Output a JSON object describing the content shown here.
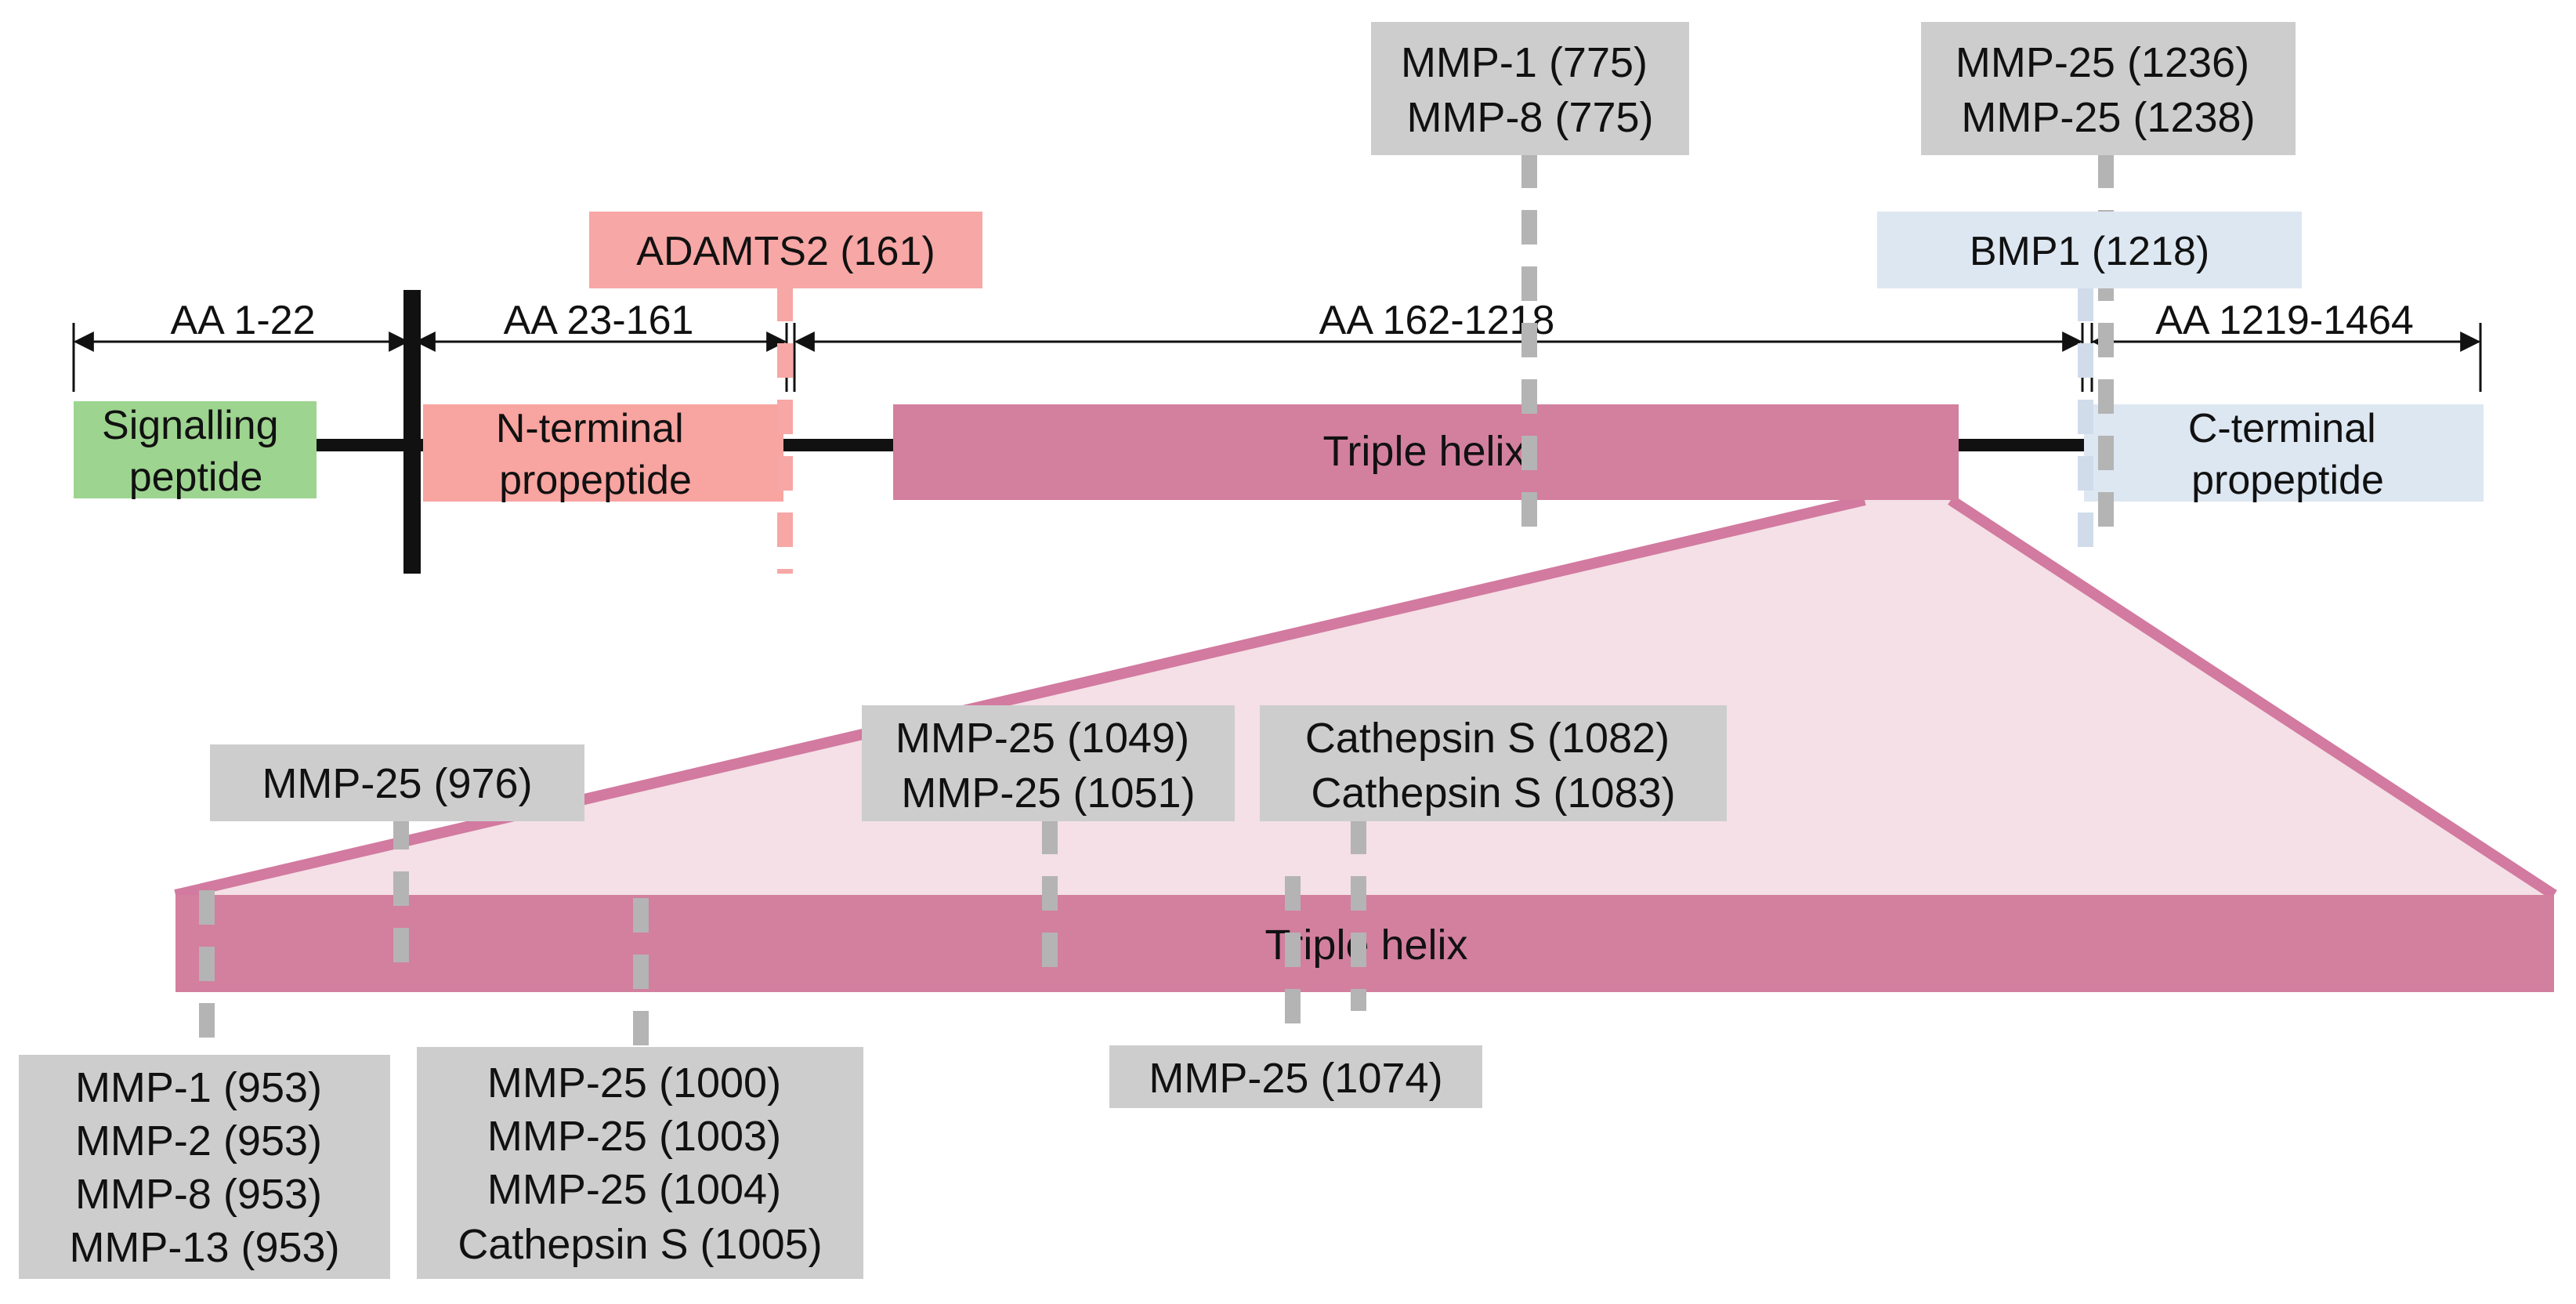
{
  "colors": {
    "signal": "#9dd48f",
    "nterm": "#f8a4a0",
    "triple": "#d37f9e",
    "triple_edge": "#d27aa0",
    "zoom_fill": "#f4e0e6",
    "cterm": "#dde7f2",
    "grey_box": "#cdcdcd",
    "cut_grey": "#b4b4b4",
    "cut_red": "#f7a7a5",
    "cut_blue": "#d0dcea",
    "line": "#111111"
  },
  "ranges": {
    "signal": "AA 1-22",
    "nterm": "AA 23-161",
    "helix": "AA 162-1218",
    "cterm": "AA 1219-1464"
  },
  "domains": {
    "signal": [
      "Signalling",
      "peptide"
    ],
    "nterm": [
      "N-terminal",
      "propeptide"
    ],
    "helix": "Triple helix",
    "cterm": [
      "C-terminal",
      "propeptide"
    ],
    "helix_zoom": "Triple helix"
  },
  "cleavage": {
    "adamts2": [
      "ADAMTS2 (161)"
    ],
    "bmp1": [
      "BMP1 (1218)"
    ],
    "mmp775": [
      "MMP-1 (775)",
      "MMP-8 (775)"
    ],
    "mmp1236": [
      "MMP-25 (1236)",
      "MMP-25 (1238)"
    ],
    "mmp976": [
      "MMP-25 (976)"
    ],
    "mmp1049": [
      "MMP-25 (1049)",
      "MMP-25 (1051)"
    ],
    "cat1082": [
      "Cathepsin S (1082)",
      "Cathepsin S (1083)"
    ],
    "mmp953": [
      "MMP-1 (953)",
      "MMP-2 (953)",
      "MMP-8 (953)",
      "MMP-13 (953)"
    ],
    "mmp1000": [
      "MMP-25 (1000)",
      "MMP-25 (1003)",
      "MMP-25 (1004)",
      "Cathepsin S (1005)"
    ],
    "mmp1074": [
      "MMP-25 (1074)"
    ]
  }
}
